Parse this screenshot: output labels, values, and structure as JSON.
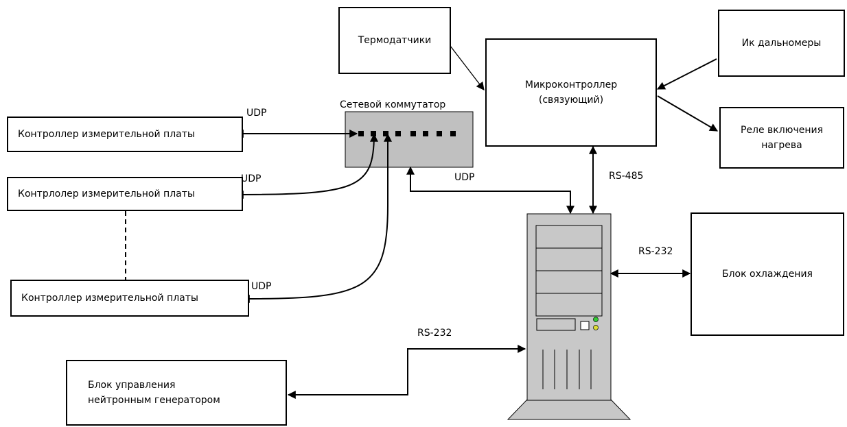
{
  "blocks": {
    "thermo": "Термодатчики",
    "micro": "Микроконтроллер\n(связующий)",
    "ir": "Ик дальномеры",
    "relay": "Реле включения\nнагрева",
    "ctrl1": "Контроллер измерительной платы",
    "ctrl2": "Контрлолер измерительной платы",
    "ctrl3": "Контроллер измерительной платы",
    "cooling": "Блок охлаждения",
    "neutron": "Блок управления\nнейтронным генератором"
  },
  "switch": {
    "title": "Сетевой коммутатор"
  },
  "labels": {
    "udp_1": "UDP",
    "udp_2": "UDP",
    "udp_3": "UDP",
    "udp_4": "UDP",
    "rs485": "RS-485",
    "rs232_cooling": "RS-232",
    "rs232_neutron": "RS-232"
  },
  "colors": {
    "switch_fill": "#c0c0c0",
    "server_fill": "#c8c8c8",
    "led_green": "#33cc33",
    "led_yellow": "#dddd33"
  },
  "icons": {
    "server": "server-tower-icon"
  }
}
